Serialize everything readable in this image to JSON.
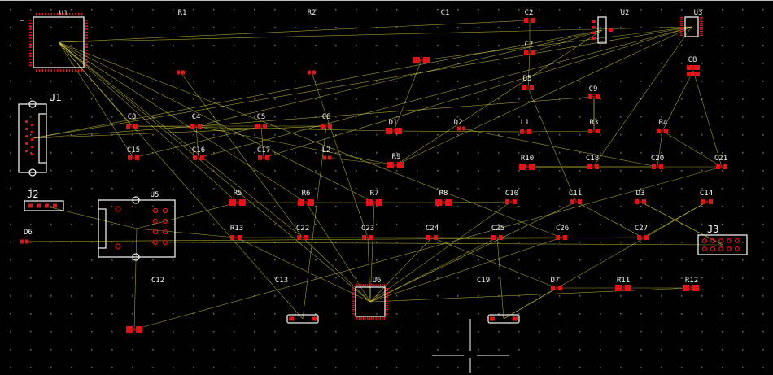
{
  "pcb_editor": {
    "canvas": {
      "background": "#000000",
      "grid_dot_color": "#6f6f6f",
      "ratsnest_color": "#d8d23a",
      "pad_color": "#e1141a",
      "silkscreen_color": "#f2f2f2"
    },
    "footprints": [
      "U1",
      "R1",
      "R2",
      "C1",
      "C2",
      "U2",
      "U3",
      "C7",
      "C8",
      "D5",
      "C9",
      "J1",
      "C3",
      "C4",
      "C5",
      "C6",
      "D1",
      "D2",
      "L1",
      "R3",
      "R4",
      "C15",
      "C16",
      "C17",
      "L2",
      "R9",
      "R10",
      "C18",
      "C20",
      "C21",
      "J2",
      "U5",
      "R5",
      "R6",
      "R7",
      "R8",
      "C10",
      "C11",
      "D3",
      "C14",
      "D6",
      "R13",
      "C22",
      "C23",
      "C24",
      "C25",
      "C26",
      "C27",
      "J3",
      "C12",
      "C13",
      "U6",
      "C19",
      "D7",
      "R11",
      "R12"
    ]
  }
}
